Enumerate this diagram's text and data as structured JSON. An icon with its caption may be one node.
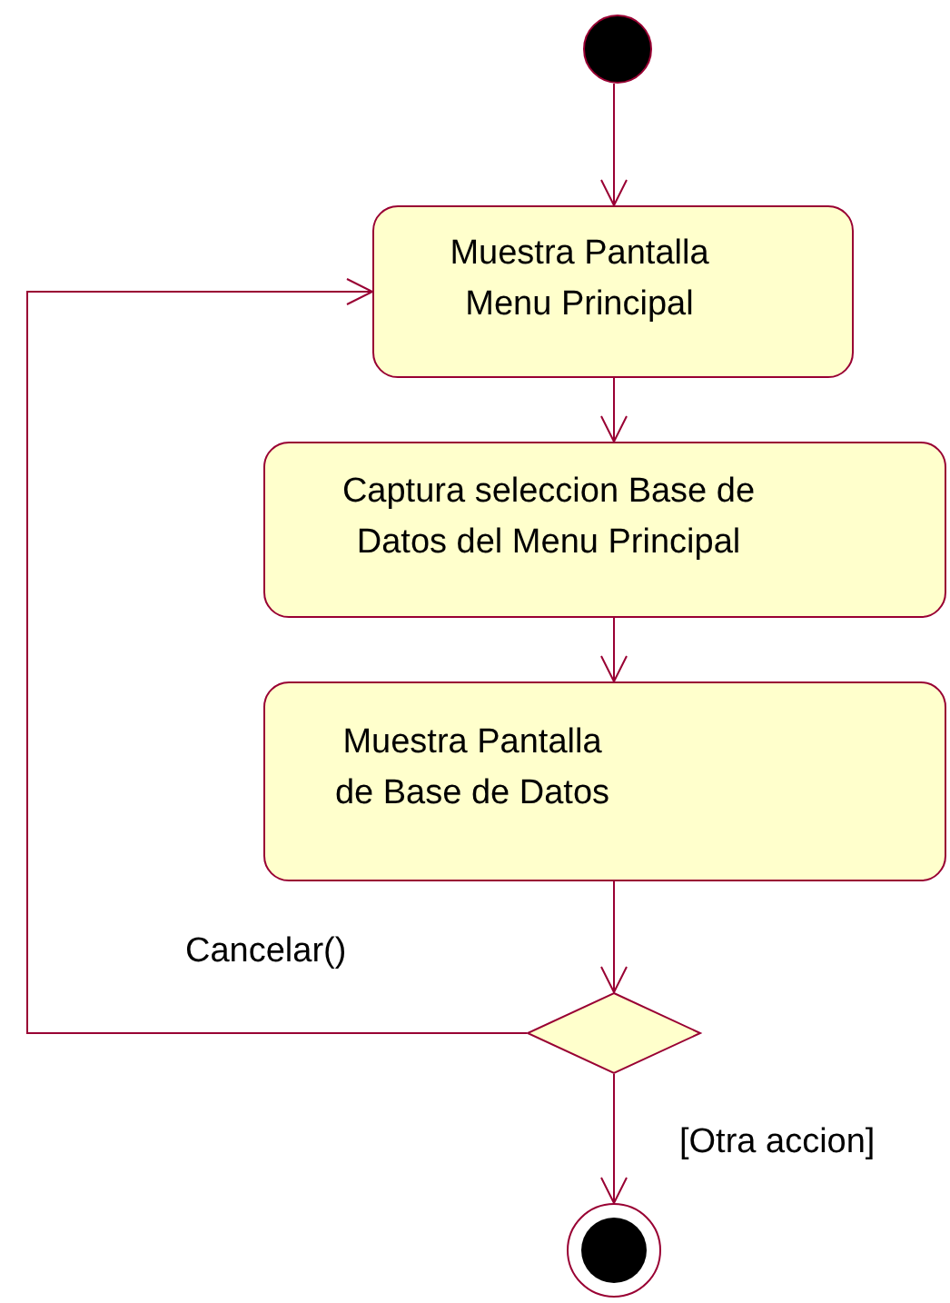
{
  "diagram": {
    "nodes": [
      {
        "text": [],
        "shape": "circle"
      },
      {
        "text": [
          "Muestra Pantalla Menu Principal"
        ]
      },
      {
        "text": [
          "Captura seleccion Base de Datos del Menu Principal"
        ]
      },
      {
        "text": [
          "Muestra Pantalla de Base de Datos"
        ]
      },
      {
        "text": [],
        "shape": "diamond"
      },
      {
        "text": [],
        "shape": "circle"
      }
    ],
    "edges": [
      {
        "from": 0,
        "to": 1,
        "arrow": "to"
      },
      {
        "from": 1,
        "to": 2,
        "arrow": "to"
      },
      {
        "from": 2,
        "to": 3,
        "arrow": "to"
      },
      {
        "from": 3,
        "to": 4,
        "arrow": "to"
      },
      {
        "from": 4,
        "to": 1,
        "arrow": "to",
        "label": "Cancelar()"
      },
      {
        "from": 4,
        "to": 5,
        "arrow": "to",
        "label": "[Otra accion]"
      }
    ]
  }
}
